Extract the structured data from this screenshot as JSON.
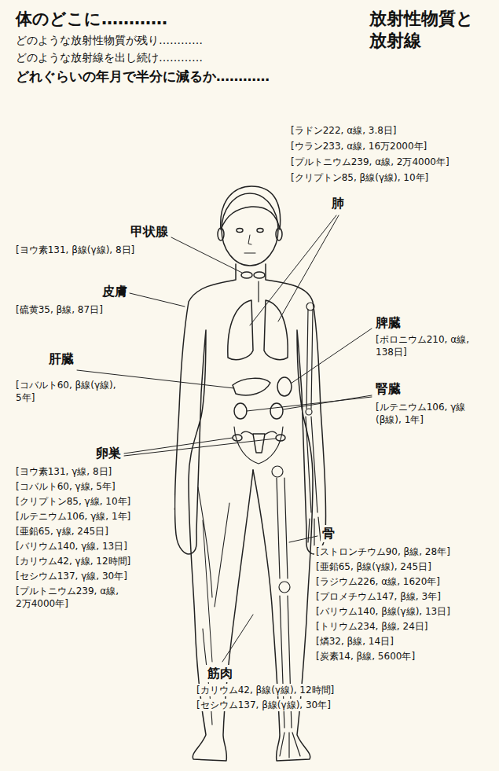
{
  "diagram": {
    "title": "放射性物質と 放射線",
    "labels": [
      "体のどこに…………",
      "どのような放射性物質が残り…………",
      "どのような放射線を出し続け…………",
      "どれぐらいの年月で半分に減るか…………",
      "[ラドン222, α線, 3.8日]",
      "[ウラン233, α線, 16万2000年]",
      "[プルトニウム239, α線, 2万4000年]",
      "[クリプトン85, β線(γ線), 10年]",
      "肺",
      "甲状腺",
      "[ヨウ素131, β線(γ線), 8日]",
      "皮膚",
      "[硫黄35, β線, 87日]",
      "脾臓",
      "[ポロニウム210, α線, 138日]",
      "肝臓",
      "[コバルト60, β線(γ線), 5年]",
      "腎臓",
      "[ルテニウム106, γ線(β線), 1年]",
      "卵巣",
      "[ヨウ素131, γ線, 8日]",
      "[コバルト60, γ線, 5年]",
      "[クリプトン85, γ線, 10年]",
      "[ルテニウム106, γ線, 1年]",
      "[亜鉛65, γ線, 245日]",
      "[バリウム140, γ線, 13日]",
      "[カリウム42, γ線, 12時間]",
      "[セシウム137, γ線, 30年]",
      "[プルトニウム239, α線, 2万4000年]",
      "骨",
      "[ストロンチウム90, β線, 28年]",
      "[亜鉛65, β線(γ線), 245日]",
      "[ラジウム226, α線, 1620年]",
      "[プロメチウム147, β線, 3年]",
      "[バリウム140, β線(γ線), 13日]",
      "[トリウム234, β線, 24日]",
      "[燐32, β線, 14日]",
      "[炭素14, β線, 5600年]",
      "筋肉",
      "[カリウム42, β線(γ線), 12時間]",
      "[セシウム137, β線(γ線), 30年]"
    ]
  }
}
